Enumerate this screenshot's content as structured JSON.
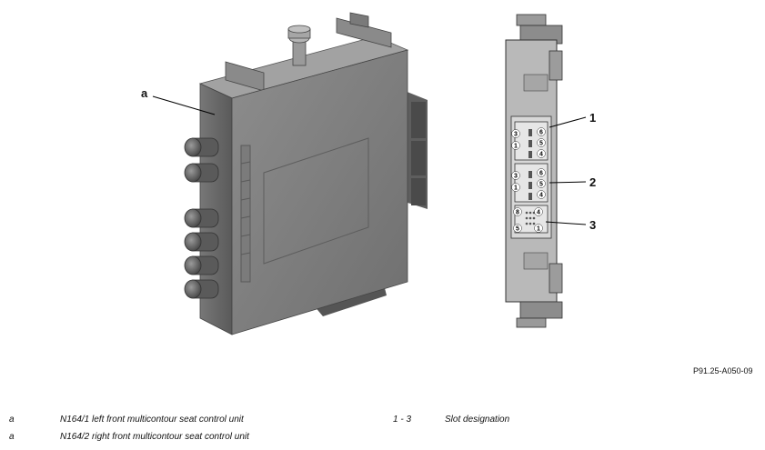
{
  "figure": {
    "callouts": {
      "a": "a",
      "slot1": "1",
      "slot2": "2",
      "slot3": "3"
    },
    "pins": {
      "s1": [
        "3",
        "1",
        "6",
        "5",
        "4"
      ],
      "s2": [
        "3",
        "1",
        "6",
        "5",
        "4"
      ],
      "s3": [
        "8",
        "4",
        "5",
        "1"
      ]
    },
    "reference": "P91.25-A050-09"
  },
  "legend": {
    "left": [
      {
        "key": "a",
        "text": "N164/1 left front multicontour seat control unit"
      },
      {
        "key": "a",
        "text": "N164/2 right front multicontour seat control unit"
      }
    ],
    "right": [
      {
        "key": "1 - 3",
        "text": "Slot designation"
      }
    ]
  }
}
